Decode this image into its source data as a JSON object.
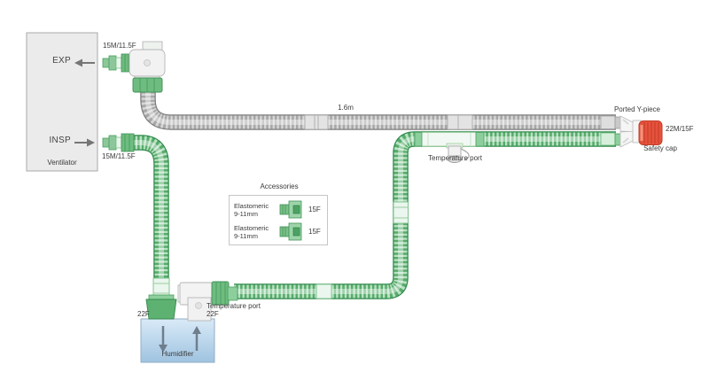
{
  "ventilator": {
    "label": "Ventilator",
    "exp_label": "EXP",
    "insp_label": "INSP",
    "exp_port_size": "15M/11.5F",
    "insp_port_size": "15M/11.5F"
  },
  "circuit": {
    "limb_length": "1.6m",
    "y_piece_label": "Ported Y-piece",
    "y_piece_size": "22M/15F",
    "safety_cap_label": "Safety cap",
    "insp_temp_port_label": "Temperature port"
  },
  "humidifier": {
    "label": "Humidifier",
    "inlet_size": "22F",
    "outlet_temp_port_label": "Temperature port",
    "outlet_size": "22F"
  },
  "accessories": {
    "title": "Accessories",
    "items": [
      {
        "line1": "Elastomeric",
        "line2": "9-11mm",
        "size": "15F"
      },
      {
        "line1": "Elastomeric",
        "line2": "9-11mm",
        "size": "15F"
      }
    ]
  },
  "colors": {
    "tube_green": "#4a9f60",
    "tube_green_light": "#b9e2c3",
    "tube_gray": "#a7a7a7",
    "tube_gray_light": "#d6d6d6",
    "safety_cap_red": "#e6523c",
    "humidifier_blue": "#aecde6",
    "text": "#3a3a3a"
  }
}
